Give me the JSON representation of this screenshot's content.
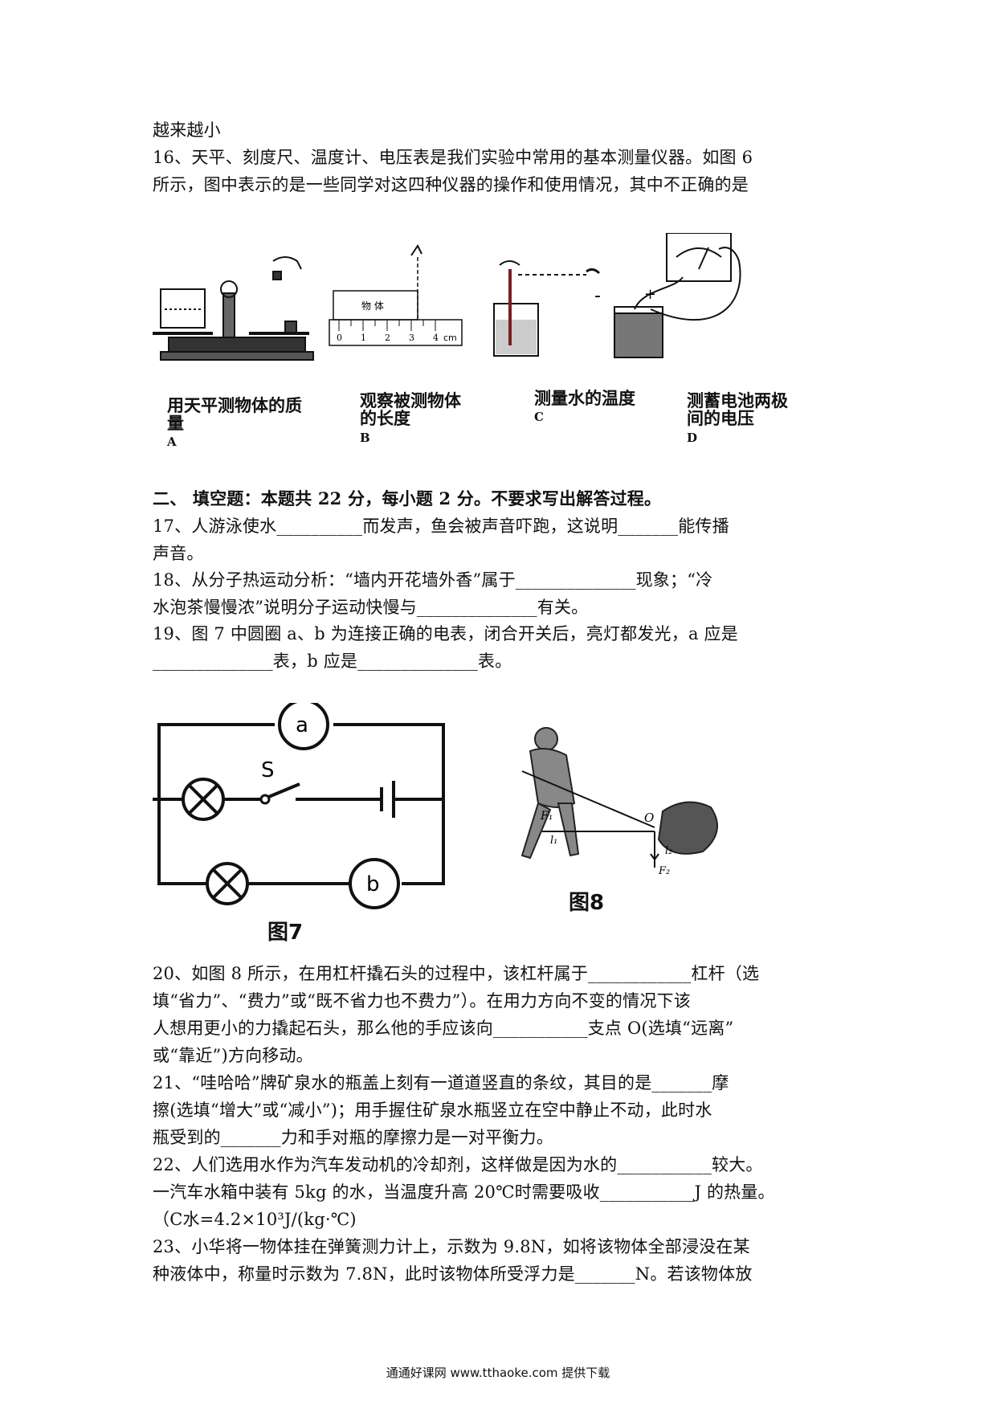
{
  "text": {
    "l01": "越来越小",
    "l02": "16、天平、刻度尺、温度计、电压表是我们实验中常用的基本测量仪器。如图 6",
    "l03": "所示，图中表示的是一些同学对这四种仪器的操作和使用情况，其中不正确的是",
    "section2": "二、    填空题：本题共 22 分，每小题 2 分。不要求写出解答过程。",
    "q17a": "17、人游泳使水__________而发声，鱼会被声音吓跑，这说明_______能传播",
    "q17b": "声音。",
    "q18a": "18、从分子热运动分析：“墙内开花墙外香”属于______________现象；“冷",
    "q18b": "水泡茶慢慢浓”说明分子运动快慢与______________有关。",
    "q19a": "19、图 7 中圆圈 a、b 为连接正确的电表，闭合开关后，亮灯都发光，a 应是",
    "q19b": "______________表，b 应是______________表。",
    "q20a": "20、如图 8 所示，在用杠杆撬石头的过程中，该杠杆属于____________杠杆（选",
    "q20b": "填“省力”、“费力”或“既不省力也不费力”）。在用力方向不变的情况下该",
    "q20c": "人想用更小的力撬起石头，那么他的手应该向___________支点 O(选填“远离”",
    "q20d": "或“靠近”)方向移动。",
    "q21a": "21、“哇哈哈”牌矿泉水的瓶盖上刻有一道道竖直的条纹，其目的是_______摩",
    "q21b": "擦(选填“增大”或“减小”)；用手握住矿泉水瓶竖立在空中静止不动，此时水",
    "q21c": "瓶受到的_______力和手对瓶的摩擦力是一对平衡力。",
    "q22a": "22、人们选用水作为汽车发动机的冷却剂，这样做是因为水的___________较大。",
    "q22b": "一汽车水箱中装有 5kg 的水，当温度升高 20℃时需要吸收___________J 的热量。",
    "q22c": "（C水=4.2×10³J/(kg·℃)",
    "q23a": "23、小华将一物体挂在弹簧测力计上，示数为 9.8N，如将该物体全部浸没在某",
    "q23b": "种液体中，称量时示数为 7.8N，此时该物体所受浮力是_______N。若该物体放"
  },
  "fig6": {
    "A_cap1": "用天平测物体的质",
    "A_cap2": "量",
    "A_letter": "A",
    "B_cap1": "观察被测物体",
    "B_cap2": "的长度",
    "B_letter": "B",
    "B_obj": "物   体",
    "B_unit": "cm",
    "ticks": [
      "0",
      "1",
      "2",
      "3",
      "4"
    ],
    "C_cap": "测量水的温度",
    "C_letter": "C",
    "D_cap1": "测蓄电池两极",
    "D_cap2": "间的电压",
    "D_letter": "D",
    "minus": "-",
    "plus": "+"
  },
  "fig7": {
    "a": "a",
    "b": "b",
    "s": "S",
    "label": "图7"
  },
  "fig8": {
    "label": "图8",
    "f1": "F₁",
    "l1": "l₁",
    "o": "O",
    "l2": "l₂",
    "f2": "F₂"
  },
  "footer": "通通好课网 www.tthaoke.com 提供下载"
}
